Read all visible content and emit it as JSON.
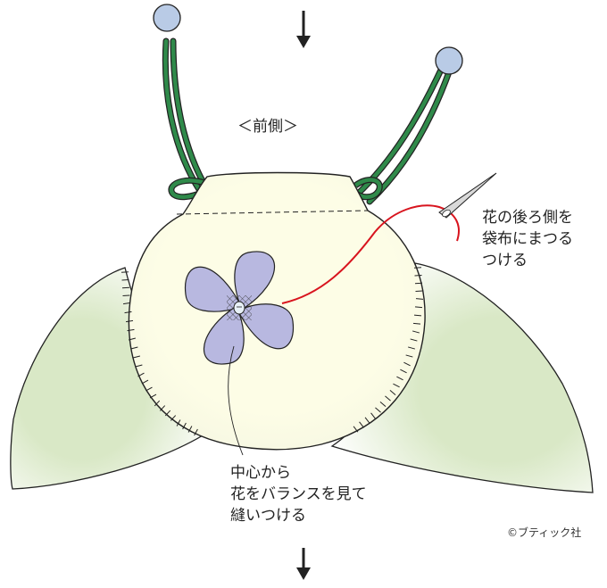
{
  "labels": {
    "front": "＜前側＞",
    "flower_back": [
      "花の後ろ側を",
      "袋布にまつる",
      "つける"
    ],
    "center": [
      "中心から",
      "花をバランスを見て",
      "縫いつける"
    ]
  },
  "credit": "©ブティック社",
  "colors": {
    "bag_fill": "#fdfde8",
    "wing_fill": "#e3efd2",
    "cord": "#2f8a4a",
    "knob": "#b9cbe6",
    "flower": "#b8b8e0",
    "thread": "#d8141e",
    "outline": "#222222"
  }
}
